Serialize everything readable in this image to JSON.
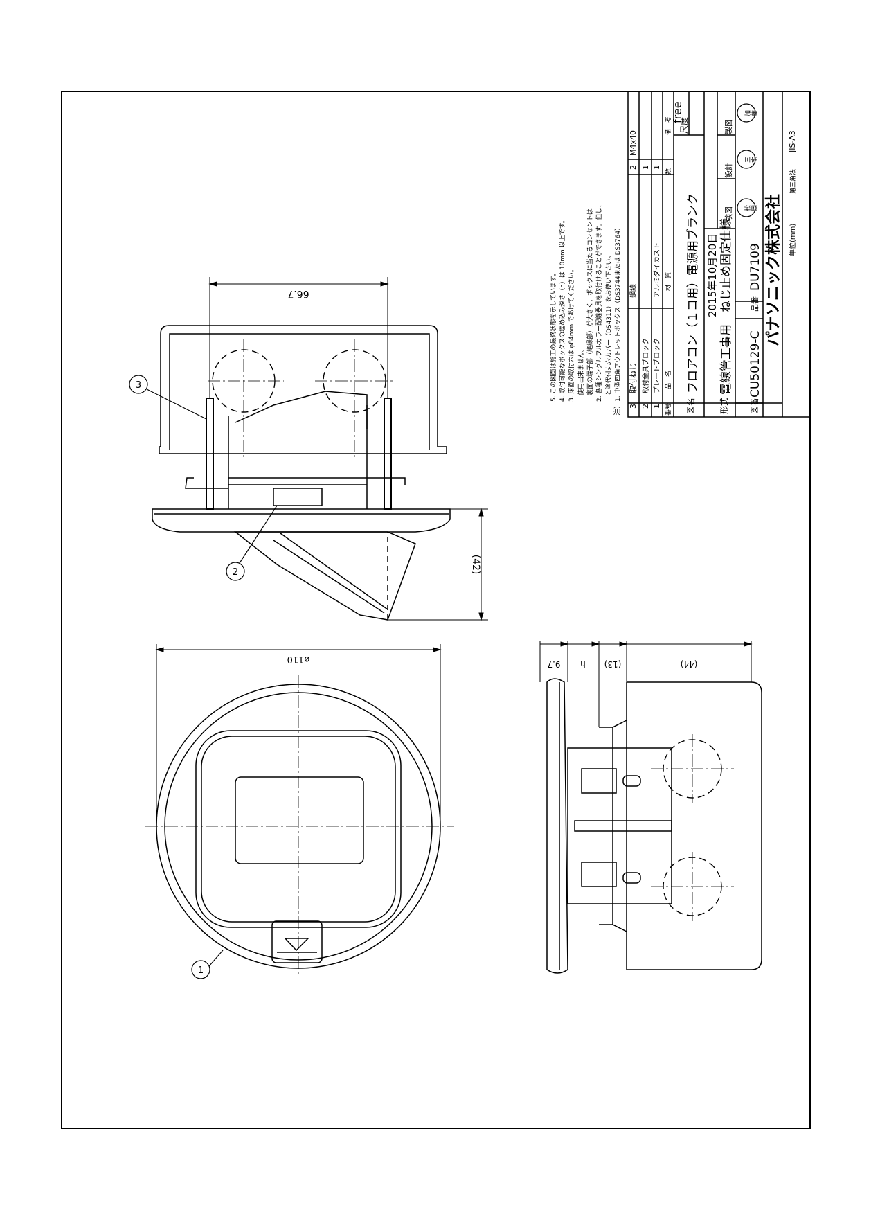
{
  "title_block": {
    "parts_header": {
      "no": "番号",
      "name": "品　名",
      "material": "材　質",
      "qty": "数",
      "note": "備　考"
    },
    "parts": [
      {
        "no": "3",
        "name": "取付ねじ",
        "material": "鋼線",
        "qty": "2",
        "note": "M4x40"
      },
      {
        "no": "2",
        "name": "取付金具ブロック",
        "material": "",
        "qty": "1",
        "note": ""
      },
      {
        "no": "1",
        "name": "プレートブロック",
        "material": "アルミダイカスト",
        "qty": "1",
        "note": ""
      }
    ],
    "zumei_label": "図名",
    "zumei": "フロアコン（１コ用）電源用ブランク",
    "scale_label": "尺度",
    "scale": "free",
    "keishiki_label": "形式",
    "keishiki": "電線管工事用　ねじ止め固定仕様",
    "date": "2015年10月20日",
    "roles": [
      "検図",
      "設計",
      "製図"
    ],
    "stamps": [
      "松\n岡",
      "三\n宅",
      "加\n藤"
    ],
    "zuban_label": "図番",
    "zuban": "CU50129-C",
    "hinban_label": "品番",
    "hinban": "DU7109",
    "company": "パナソニック株式会社",
    "unit": "単位(mm)",
    "projection": "第三角法",
    "format": "JIS-A3"
  },
  "notes": {
    "header": "注）",
    "lines": [
      "1. 中型四角アウトレットボックス（DS3744または DS3764）",
      "　と塗代付丸穴カバー（DS4311）をお使い下さい。",
      "2. 各種シングルフルカラー配線器具を取付けることができます。但し、",
      "　裏面の端子部（絶縁部）が大きく、ボックスに当たるコンセントは",
      "　使用出来ません。",
      "3. 床面の取付穴は φ84mm であけてください。",
      "4. 取付可能なボックスの埋め込み深さ（h）は 10mm 以上です。",
      "5. この図面は施工の最終状態を示しています。"
    ]
  },
  "dimensions": {
    "d_66_7": "66.7",
    "d_42": "(42)",
    "d_110": "ø110",
    "d_9_7": "9.7",
    "d_h": "h",
    "d_13": "(13)",
    "d_44": "(44)"
  },
  "balloons": [
    "1",
    "2",
    "3"
  ]
}
